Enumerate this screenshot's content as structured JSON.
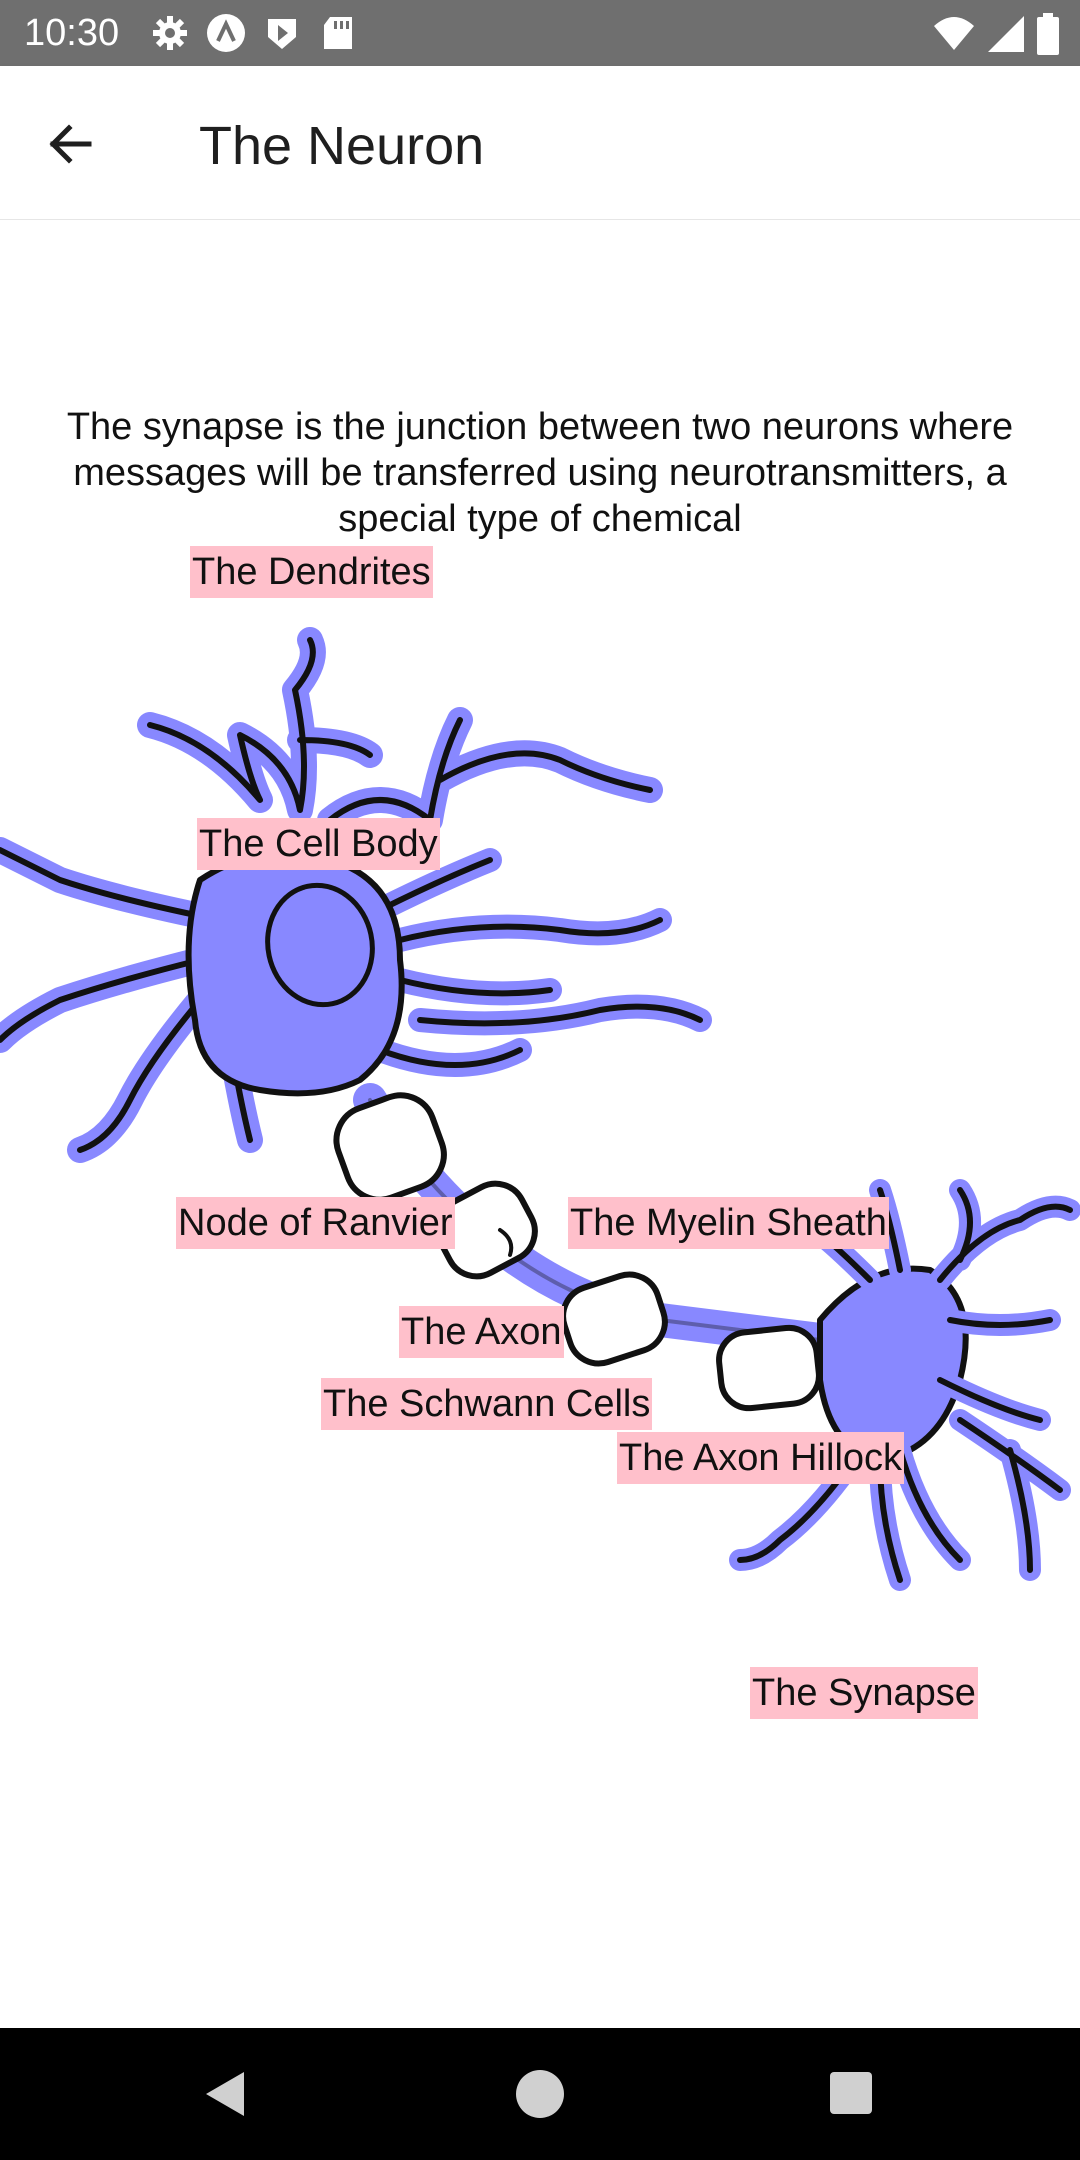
{
  "status_bar": {
    "time": "10:30",
    "left_icons": [
      "settings-icon",
      "notification-a-icon",
      "play-store-icon",
      "sd-card-icon"
    ],
    "right_icons": [
      "wifi-icon",
      "signal-icon",
      "battery-icon"
    ]
  },
  "app_bar": {
    "back_icon": "arrow-left-icon",
    "title": "The Neuron"
  },
  "content": {
    "description": "The synapse is the junction between two neurons where messages will be transferred using neurotransmitters, a special type of chemical",
    "label_color": "#ffc0cb",
    "neuron_color": "#8888ff",
    "labels": {
      "dendrites": "The Dendrites",
      "cell_body": "The Cell Body",
      "node_of_ranvier": "Node of Ranvier",
      "myelin_sheath": "The Myelin Sheath",
      "axon": "The Axon",
      "schwann_cells": "The Schwann Cells",
      "axon_hillock": "The Axon Hillock",
      "synapse": "The Synapse"
    }
  },
  "nav_bar": {
    "icons": [
      "nav-back-icon",
      "nav-home-icon",
      "nav-recents-icon"
    ]
  }
}
